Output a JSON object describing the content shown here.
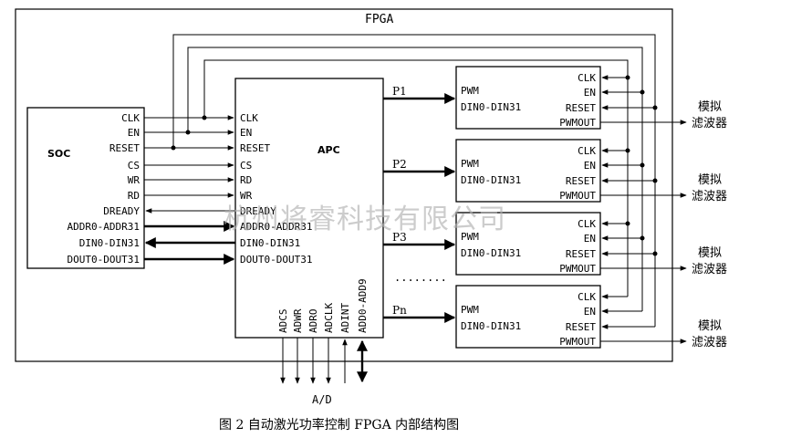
{
  "fpga": {
    "title": "FPGA"
  },
  "soc": {
    "name": "SOC",
    "signals": [
      "CLK",
      "EN",
      "RESET",
      "CS",
      "WR",
      "RD",
      "DREADY",
      "ADDR0-ADDR31",
      "DIN0-DIN31",
      "DOUT0-DOUT31"
    ]
  },
  "apc": {
    "name": "APC",
    "left_signals": [
      "CLK",
      "EN",
      "RESET",
      "CS",
      "RD",
      "WR",
      "DREADY",
      "ADDR0-ADDR31",
      "DIN0-DIN31",
      "DOUT0-DOUT31"
    ],
    "bottom_signals": [
      "ADCS",
      "ADWR",
      "ADRO",
      "ADCLK",
      "ADINT",
      "ADD0-ADD9"
    ],
    "ports": [
      "P1",
      "P2",
      "P3",
      "Pn"
    ],
    "ellipsis": "........"
  },
  "pwm_blocks": {
    "left_labels": [
      "PWM",
      "DIN0-DIN31"
    ],
    "right_labels": [
      "CLK",
      "EN",
      "RESET",
      "PWMOUT"
    ]
  },
  "output_label": {
    "line1": "模拟",
    "line2": "滤波器"
  },
  "ad_label": "A/D",
  "watermark": "杭州将睿科技有限公司",
  "caption": "图 2   自动激光功率控制 FPGA 内部结构图"
}
